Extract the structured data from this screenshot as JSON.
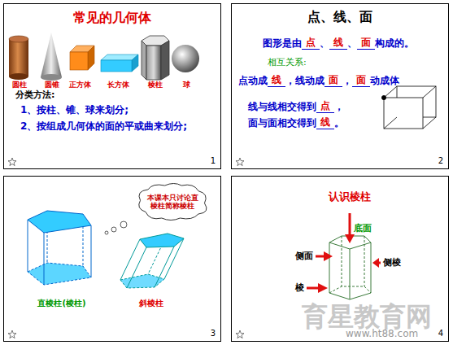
{
  "diagram": {
    "nodes": [
      {
        "text": [
          "常见的几何体",
          "1"
        ]
      },
      {
        "text": [
          "点、线、面",
          "2"
        ]
      },
      {
        "text": [
          "3"
        ]
      },
      {
        "text": [
          "本课本只讨论直棱柱简称棱柱"
        ],
        "in": 2
      },
      {
        "text": [
          "认识棱柱",
          "4"
        ]
      }
    ],
    "labels": [
      "圆柱",
      "圆锥",
      "正方体",
      "长方体",
      "棱柱",
      "球",
      "分类方法:",
      "1、按柱、锥、球来划分;",
      "2、按组成几何体的面的平或曲来划分;",
      "图形是由",
      "点",
      "、",
      "线",
      "、",
      "面",
      "构成的。",
      "相互关系:",
      "点动成",
      "线",
      "，线动成",
      "面",
      "，",
      "面",
      "动成体",
      "线与线相交得到",
      "点",
      "，",
      "面与面相交得到",
      "线",
      "。",
      "直棱柱(棱柱)",
      "斜棱柱",
      "底面",
      "侧面",
      "侧棱",
      "棱",
      "育星教育网",
      "www.ht88.com"
    ]
  }
}
